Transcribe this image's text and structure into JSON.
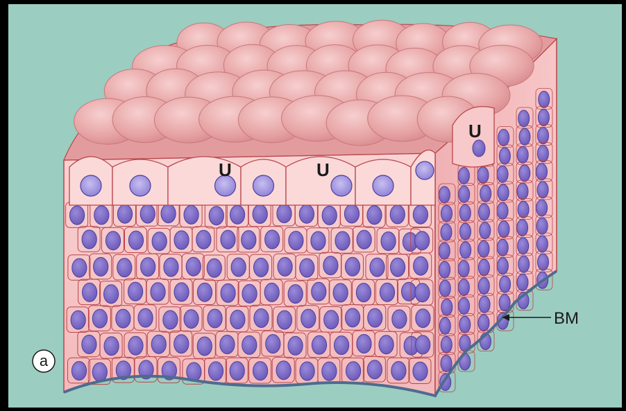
{
  "figure": {
    "panel_label": "a",
    "umbrella_cell_labels": [
      "U",
      "U",
      "U"
    ],
    "basement_membrane_label": "BM"
  },
  "colors": {
    "background": "#9ccdc1",
    "cytoplasm": "#f6c3c4",
    "dome_surface": "#e9a7a6",
    "cell_border": "#b8454a",
    "nucleus": "#7d6cc8",
    "nucleus_border": "#4c3f9c",
    "basement_membrane": "#4e6b8e"
  }
}
